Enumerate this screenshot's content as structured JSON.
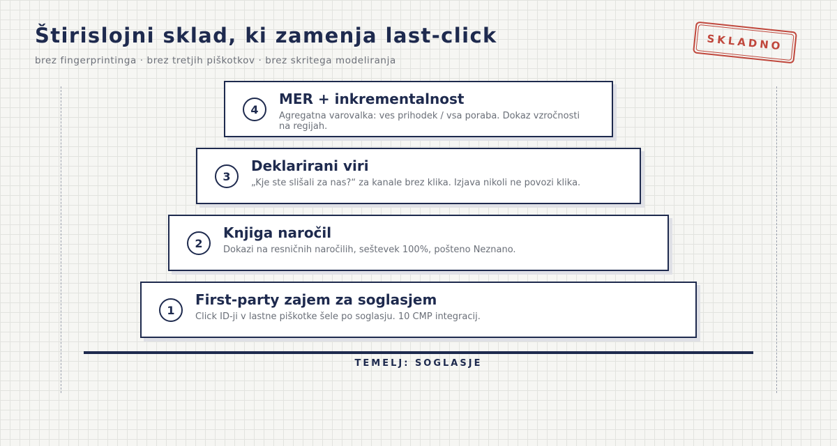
{
  "header": {
    "title": "Štirislojni sklad, ki zamenja last-click",
    "subtitle": "brez fingerprintinga · brez tretjih piškotkov · brez skritega modeliranja"
  },
  "stamp": {
    "label": "SKLADNO",
    "color": "#c0473c"
  },
  "layers": [
    {
      "number": "4",
      "title": "MER + inkrementalnost",
      "description": "Agregatna varovalka: ves prihodek / vsa poraba. Dokaz vzročnosti na regijah."
    },
    {
      "number": "3",
      "title": "Deklarirani viri",
      "description": "„Kje ste slišali za nas?“ za kanale brez klika. Izjava nikoli ne povozi klika."
    },
    {
      "number": "2",
      "title": "Knjiga naročil",
      "description": "Dokazi na resničnih naročilih, seštevek 100%, pošteno Neznano."
    },
    {
      "number": "1",
      "title": "First-party zajem za soglasjem",
      "description": "Click ID-ji v lastne piškotke šele po soglasju. 10 CMP integracij."
    }
  ],
  "foundation": {
    "label": "TEMELJ: SOGLASJE"
  },
  "colors": {
    "navy": "#1e2a4e",
    "muted_text": "#6a6f78",
    "grid_background": "#f6f6f3"
  }
}
